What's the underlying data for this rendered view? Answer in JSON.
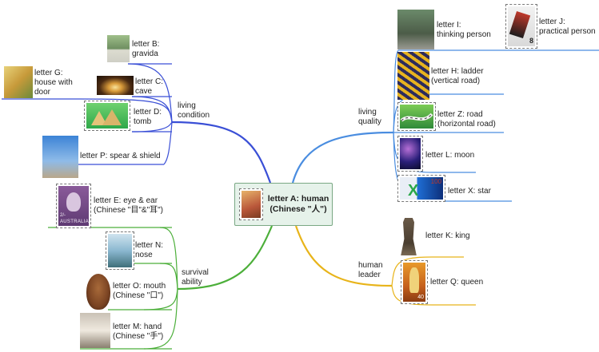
{
  "center": {
    "title": "letter A: human\n(Chinese \"人\")"
  },
  "branches": {
    "living_condition": "living\ncondition",
    "living_quality": "living\nquality",
    "survival_ability": "survival\nability",
    "human_leader": "human\nleader"
  },
  "nodes": {
    "b": "letter B:\ngravida",
    "c": "letter C:\ncave",
    "d": "letter D:\ntomb",
    "g": "letter G:\nhouse with\ndoor",
    "p": "letter P: spear & shield",
    "i": "letter I:\nthinking person",
    "j": "letter J:\npractical person",
    "h": "letter H: ladder\n(vertical road)",
    "z": "letter Z: road\n(horizontal road)",
    "l": "letter L: moon",
    "x": "letter X: star",
    "e": "letter E: eye & ear\n(Chinese \"目\"&\"耳\")",
    "n": "letter N:\nnose",
    "o": "letter O: mouth\n(Chinese \"口\")",
    "m": "letter M: hand\n(Chinese \"手\")",
    "k": "letter K: king",
    "q": "letter Q: queen"
  },
  "stamp_text": {
    "e_value": "2/-",
    "e_country": "AUSTRALIA",
    "j_value": "8",
    "x_value": "100",
    "q_value": "40"
  },
  "colors": {
    "living_condition": "#3a4fd6",
    "living_quality": "#4a8de0",
    "survival_ability": "#4caf3a",
    "human_leader": "#e8b41a",
    "center_fill": "#e6f2ea"
  }
}
